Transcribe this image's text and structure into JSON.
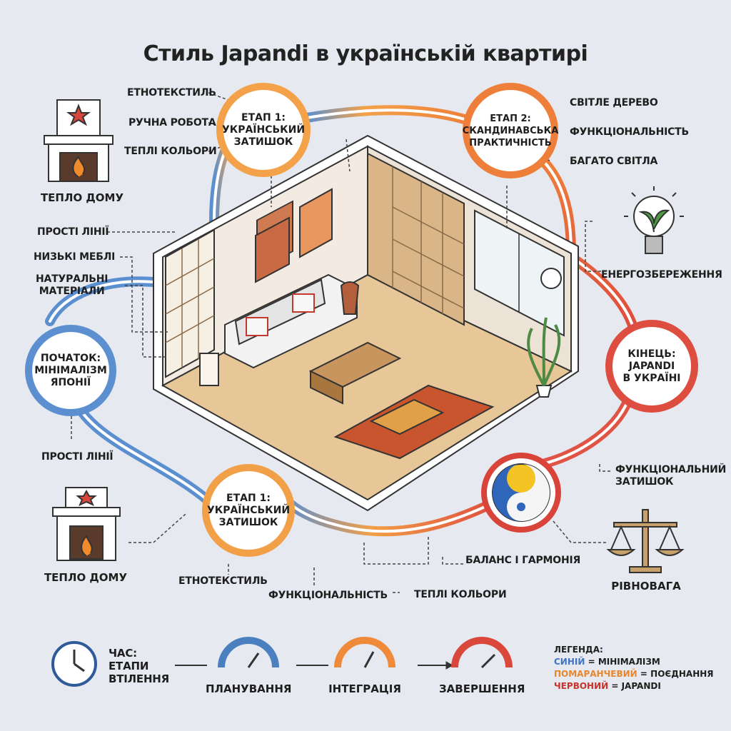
{
  "title": "Стиль Japandi в українській квартирі",
  "nodes": {
    "start": "ПОЧАТОК:\nМІНІМАЛІЗМ\nЯПОНІЇ",
    "stage1_top": "ЕТАП 1:\nУКРАЇНСЬКИЙ\nЗАТИШОК",
    "stage2": "ЕТАП 2:\nСКАНДИНАВСЬКА\nПРАКТИЧНІСТЬ",
    "end": "КІНЕЦЬ:\nJAPANDI\nВ УКРАЇНІ",
    "stage1_bottom": "ЕТАП 1:\nУКРАЇНСЬКИЙ\nЗАТИШОК"
  },
  "labels": {
    "ethno_top": "ЕТНОТЕКСТИЛЬ",
    "handmade": "РУЧНА РОБОТА",
    "warm_colors_top": "ТЕПЛІ КОЛЬОРИ",
    "light_wood": "СВІТЛЕ ДЕРЕВО",
    "functionality_top": "ФУНКЦІОНАЛЬНІСТЬ",
    "much_light": "БАГАТО СВІТЛА",
    "simple_lines_top": "ПРОСТІ ЛІНІЇ",
    "low_furniture": "НИЗЬКІ МЕБЛІ",
    "natural_materials": "НАТУРАЛЬНІ\nМАТЕРІАЛИ",
    "simple_lines_bottom": "ПРОСТІ ЛІНІЇ",
    "energy_saving": "ЕНЕРГОЗБЕРЕЖЕННЯ",
    "functional_cozy": "ФУНКЦІОНАЛЬНИЙ\nЗАТИШОК",
    "balance_harmony": "БАЛАНС І ГАРМОНІЯ",
    "ethno_bottom": "ЕТНОТЕКСТИЛЬ",
    "functionality_bottom": "ФУНКЦІОНАЛЬНІСТЬ",
    "warm_colors_bottom": "ТЕПЛІ КОЛЬОРИ"
  },
  "icons": {
    "home_warmth_top": {
      "icon": "fireplace-icon",
      "caption": "ТЕПЛО ДОМУ"
    },
    "home_warmth_bottom": {
      "icon": "fireplace-icon",
      "caption": "ТЕПЛО ДОМУ"
    },
    "balance": {
      "icon": "scales-icon",
      "caption": "РІВНОВАГА"
    },
    "energy": {
      "icon": "lightbulb-icon"
    }
  },
  "timeline": {
    "label": "ЧАС:\nЕТАПИ\nВТІЛЕННЯ",
    "steps": [
      {
        "label": "ПЛАНУВАННЯ",
        "color": "#4a7fc0"
      },
      {
        "label": "ІНТЕГРАЦІЯ",
        "color": "#ef8a3a"
      },
      {
        "label": "ЗАВЕРШЕННЯ",
        "color": "#d9483b"
      }
    ]
  },
  "legend": {
    "title": "ЛЕГЕНДА:",
    "items": [
      {
        "key": "СИНІЙ",
        "rest": " = МІНІМАЛІЗМ",
        "color": "#3f73c4"
      },
      {
        "key": "ПОМАРАНЧЕВИЙ",
        "rest": " = ПОЄДНАННЯ",
        "color": "#e8862e"
      },
      {
        "key": "ЧЕРВОНИЙ",
        "rest": " = JAPANDI",
        "color": "#c8332a"
      }
    ]
  },
  "colors": {
    "blue": "#5b8fd0",
    "orange": "#f0913e",
    "red": "#de4e40",
    "background": "#e6e9ef"
  }
}
